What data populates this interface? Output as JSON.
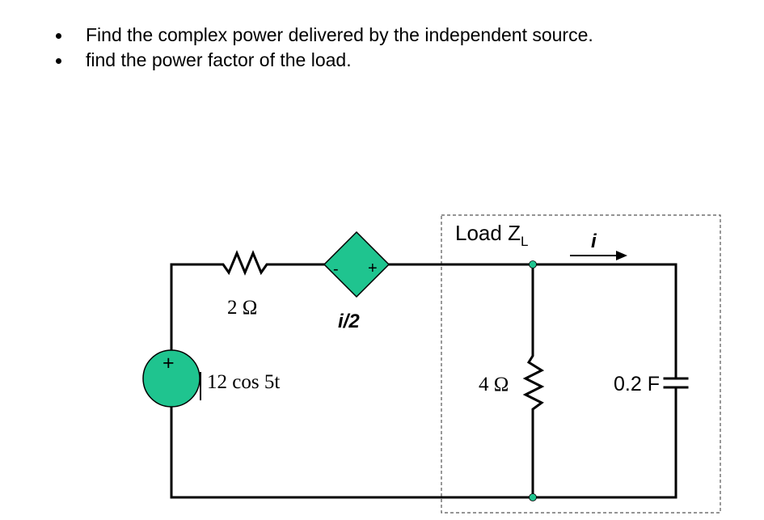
{
  "bullets": [
    "Find the complex power delivered by the independent source.",
    "find the power factor of the load."
  ],
  "circuit": {
    "source_plus": "+",
    "source_value": "12 cos 5t",
    "resistor_series": "2 Ω",
    "dep_minus": "-",
    "dep_plus": "+",
    "dep_label": "i/2",
    "load_label": "Load Z",
    "load_sub": "L",
    "current_label": "i",
    "resistor_load": "4 Ω",
    "capacitor_value": "0.2 F",
    "colors": {
      "component_fill": "#1fc48f",
      "node_dot": "#1fc48f",
      "wire": "#000000"
    }
  }
}
